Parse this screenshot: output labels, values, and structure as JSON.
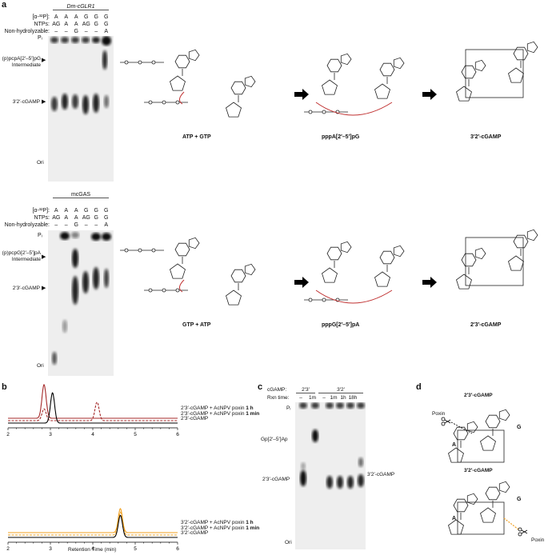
{
  "panels": {
    "a": "a",
    "b": "b",
    "c": "c",
    "d": "d"
  },
  "gel1": {
    "enzyme": "Dm-cGLR1",
    "row_labels": [
      "[α-³²P]:",
      "NTPs:",
      "Non-hydrolyzable:"
    ],
    "lanes": [
      {
        "label": "A",
        "ntps": "AG",
        "nonhyd": "–"
      },
      {
        "label": "A",
        "ntps": "A",
        "nonhyd": "–"
      },
      {
        "label": "A",
        "ntps": "A",
        "nonhyd": "G"
      },
      {
        "label": "G",
        "ntps": "AG",
        "nonhyd": "–"
      },
      {
        "label": "G",
        "ntps": "G",
        "nonhyd": "–"
      },
      {
        "label": "G",
        "ntps": "G",
        "nonhyd": "A"
      }
    ],
    "markers": {
      "pi": "Pᵢ",
      "intermediate1": "(p)pcpA[2′–5′]pG",
      "intermediate2": "Intermediate",
      "product": "3′2′-cGAMP",
      "ori": "Ori"
    }
  },
  "gel2": {
    "enzyme": "mcGAS",
    "row_labels": [
      "[α-³²P]:",
      "NTPs:",
      "Non-hydrolyzable:"
    ],
    "lanes": [
      {
        "label": "A",
        "ntps": "AG",
        "nonhyd": "–"
      },
      {
        "label": "A",
        "ntps": "A",
        "nonhyd": "–"
      },
      {
        "label": "A",
        "ntps": "A",
        "nonhyd": "G"
      },
      {
        "label": "G",
        "ntps": "AG",
        "nonhyd": "–"
      },
      {
        "label": "G",
        "ntps": "G",
        "nonhyd": "–"
      },
      {
        "label": "G",
        "ntps": "G",
        "nonhyd": "A"
      }
    ],
    "markers": {
      "pi": "Pᵢ",
      "intermediate1": "(p)pcpG[2′–5′]pA",
      "intermediate2": "Intermediate",
      "product": "2′3′-cGAMP",
      "ori": "Ori"
    }
  },
  "scheme1": {
    "substrates": "ATP + GTP",
    "intermediate": "pppA[2′–5′]pG",
    "product": "3′2′-cGAMP"
  },
  "scheme2": {
    "substrates": "GTP + ATP",
    "intermediate": "pppG[2′–5′]pA",
    "product": "2′3′-cGAMP"
  },
  "chart_data": [
    {
      "type": "line",
      "xlabel": "",
      "xlim": [
        2,
        6
      ],
      "xticks": [
        "2",
        "3",
        "4",
        "5",
        "6"
      ],
      "series": [
        {
          "name": "2′3′-cGAMP + AcNPV poxin 1 h",
          "bold": "1 h",
          "prefix": "2′3′-cGAMP + AcNPV poxin ",
          "color": "#a52a2a",
          "dash": false,
          "peaks": [
            {
              "rt": 2.85,
              "height": 1.0
            }
          ]
        },
        {
          "name": "2′3′-cGAMP + AcNPV poxin 1 min",
          "bold": "1 min",
          "prefix": "2′3′-cGAMP + AcNPV poxin ",
          "color": "#a52a2a",
          "dash": true,
          "peaks": [
            {
              "rt": 2.85,
              "height": 0.35
            },
            {
              "rt": 4.1,
              "height": 0.55
            }
          ]
        },
        {
          "name": "2′3′-cGAMP",
          "bold": "",
          "prefix": "2′3′-cGAMP",
          "color": "#000000",
          "dash": false,
          "peaks": [
            {
              "rt": 3.05,
              "height": 0.9
            }
          ]
        }
      ]
    },
    {
      "type": "line",
      "xlabel": "Retention Time (min)",
      "xlim": [
        2,
        6
      ],
      "xticks": [
        "2",
        "3",
        "4",
        "5",
        "6"
      ],
      "series": [
        {
          "name": "3′2′-cGAMP + AcNPV poxin 1 h",
          "bold": "1 h",
          "prefix": "3′2′-cGAMP + AcNPV poxin ",
          "color": "#f0a020",
          "dash": false,
          "peaks": [
            {
              "rt": 4.65,
              "height": 1.0
            }
          ]
        },
        {
          "name": "3′2′-cGAMP + AcNPV poxin 1 min",
          "bold": "1 min",
          "prefix": "3′2′-cGAMP + AcNPV poxin ",
          "color": "#f0a020",
          "dash": true,
          "peaks": [
            {
              "rt": 4.65,
              "height": 0.95
            }
          ]
        },
        {
          "name": "3′2′-cGAMP",
          "bold": "",
          "prefix": "3′2′-cGAMP",
          "color": "#000000",
          "dash": false,
          "peaks": [
            {
              "rt": 4.65,
              "height": 0.92
            }
          ]
        }
      ]
    }
  ],
  "gel3": {
    "row_labels": [
      "cGAMP:",
      "Rxn time:"
    ],
    "groups": [
      "2′3′",
      "3′2′"
    ],
    "times": [
      "–",
      "1m",
      "–",
      "1m",
      "1h",
      "18h"
    ],
    "markers": {
      "pi": "Pᵢ",
      "intermediate": "Gp[2′–5′]Ap",
      "left_product": "2′3′-cGAMP",
      "right_product": "3′2′-cGAMP",
      "ori": "Ori"
    }
  },
  "panel_d": {
    "top_title": "2′3′-cGAMP",
    "bottom_title": "3′2′-cGAMP",
    "poxin": "Poxin",
    "base_a": "A",
    "base_g": "G"
  }
}
